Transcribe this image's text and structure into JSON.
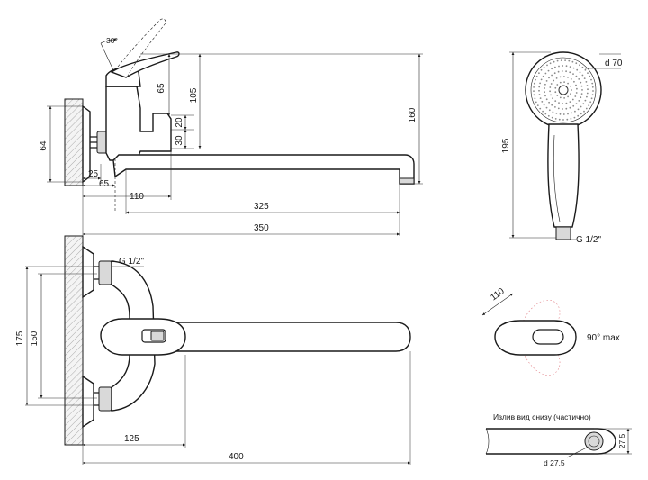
{
  "side_view": {
    "angle": "30°",
    "dims": {
      "lever_height": "65",
      "top_height": "105",
      "inlet_20": "20",
      "inlet_30": "30",
      "total_height": "160",
      "wall_height": "64",
      "offset_25": "25",
      "offset_65": "65",
      "spout_110": "110",
      "spout_325": "325",
      "spout_350": "350"
    }
  },
  "top_view": {
    "thread": "G 1/2\"",
    "dims": {
      "outer": "175",
      "centers": "150",
      "depth_125": "125",
      "length_400": "400"
    }
  },
  "shower_head": {
    "diameter": "d 70",
    "length": "195",
    "thread": "G 1/2\""
  },
  "lever_detail": {
    "size": "110",
    "rotation": "90° max"
  },
  "spout_detail": {
    "caption": "Излив вид снизу (частично)",
    "outlet_diameter": "d 27,5",
    "height": "27,5"
  }
}
